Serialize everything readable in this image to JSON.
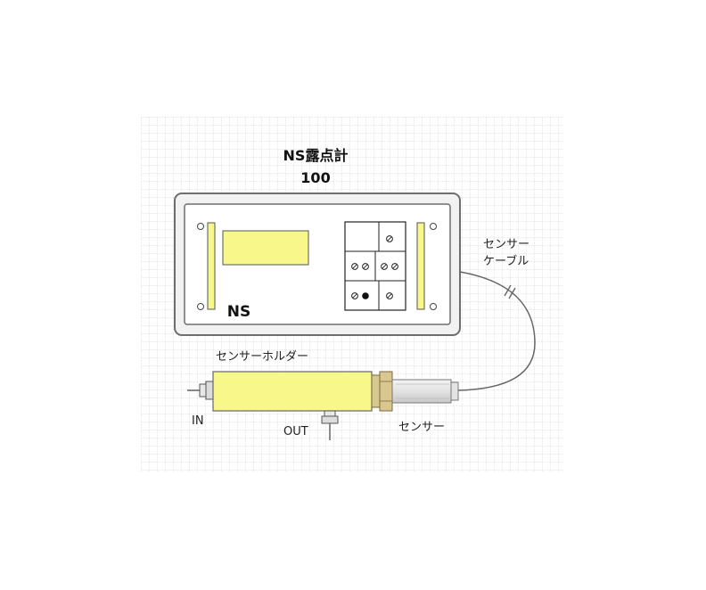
{
  "title": {
    "line1": "NS露点計",
    "line2": "100"
  },
  "instrument": {
    "label": "NS"
  },
  "labels": {
    "sensor_cable_line1": "センサー",
    "sensor_cable_line2": "ケーブル",
    "sensor_holder": "センサーホルダー",
    "sensor": "センサー",
    "in": "IN",
    "out": "OUT"
  },
  "colors": {
    "yellow": "#f8f88a",
    "case_fill": "#f2f2f2",
    "case_border": "#707070",
    "grid": "#d8d8d8",
    "sensor_nut": "#d8c890"
  }
}
